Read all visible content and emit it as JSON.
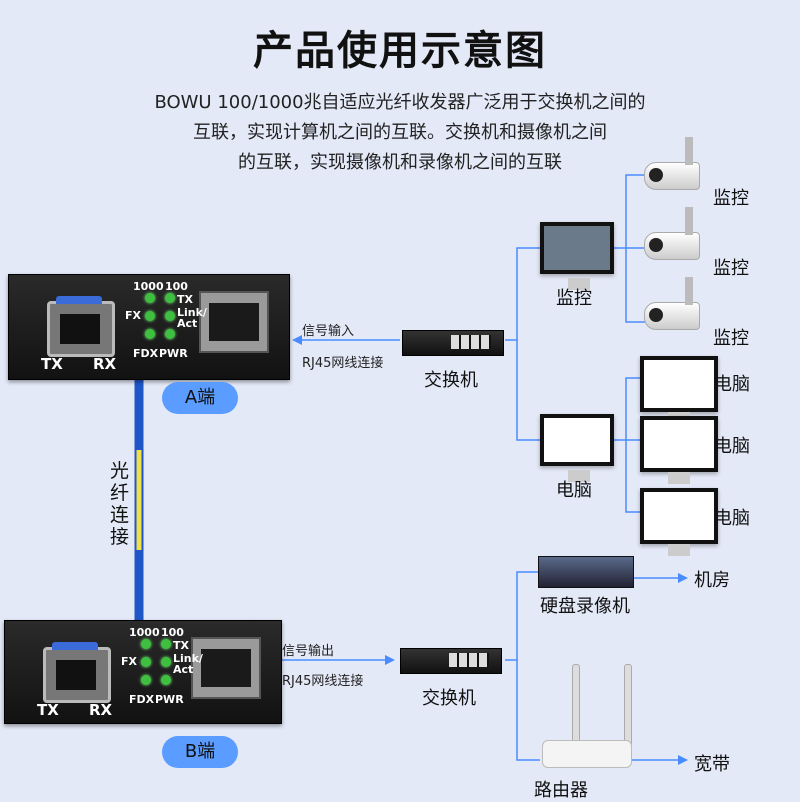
{
  "title": "产品使用示意图",
  "description": [
    "BOWU 100/1000兆自适应光纤收发器广泛用于交换机之间的",
    "互联，实现计算机之间的互联。交换机和摄像机之间",
    "的互联，实现摄像机和录像机之间的互联"
  ],
  "converter_labels": {
    "speed_1000": "1000",
    "speed_100": "100",
    "tx_led": "TX",
    "fx": "FX",
    "link_act": "Link/\nAct",
    "fdx": "FDX",
    "pwr": "PWR",
    "tx": "TX",
    "rx": "RX"
  },
  "end_a": "A端",
  "end_b": "B端",
  "fiber_label": "光纤连接",
  "signal_in": "信号输入",
  "signal_out": "信号输出",
  "rj45": "RJ45网线连接",
  "switch": "交换机",
  "monitor_label": "监控",
  "monitor_items": [
    "监控",
    "监控",
    "监控"
  ],
  "computer_label": "电脑",
  "computer_items": [
    "电脑",
    "电脑",
    "电脑"
  ],
  "dvr": "硬盘录像机",
  "machine_room": "机房",
  "router": "路由器",
  "broadband": "宽带",
  "colors": {
    "background": "#e4e9f8",
    "line": "#4a8cff",
    "pill": "#5a9cff",
    "fiber": "#f2e04a"
  }
}
